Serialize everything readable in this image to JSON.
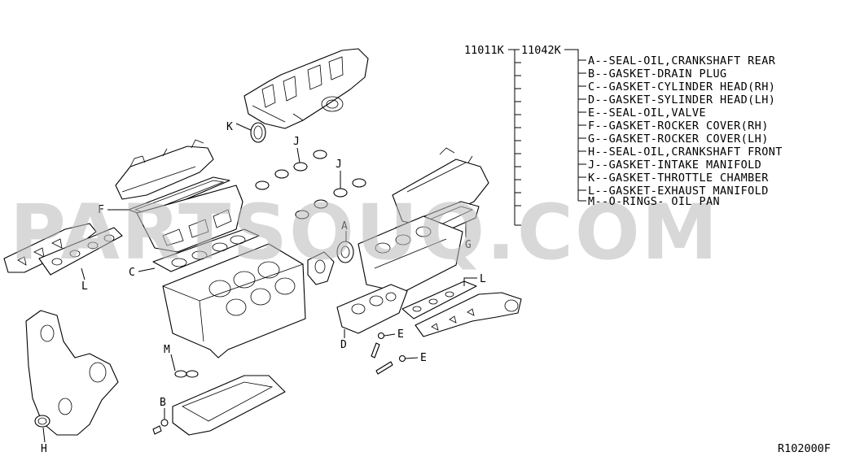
{
  "diagram": {
    "watermark": "PARTSOUQ.COM",
    "figure_code": "R102000F",
    "part_numbers": {
      "kit_main": "11011K",
      "kit_sub": "11042K"
    },
    "legend": [
      {
        "key": "A",
        "text": "A--SEAL-OIL,CRANKSHAFT REAR"
      },
      {
        "key": "B",
        "text": "B--GASKET-DRAIN PLUG"
      },
      {
        "key": "C",
        "text": "C--GASKET-CYLINDER HEAD(RH)"
      },
      {
        "key": "D",
        "text": "D--GASKET-SYLINDER HEAD(LH)"
      },
      {
        "key": "E",
        "text": "E--SEAL-OIL,VALVE"
      },
      {
        "key": "F",
        "text": "F--GASKET-ROCKER COVER(RH)"
      },
      {
        "key": "G",
        "text": "G--GASKET-ROCKER COVER(LH)"
      },
      {
        "key": "H",
        "text": "H--SEAL-OIL,CRANKSHAFT FRONT"
      },
      {
        "key": "J",
        "text": "J--GASKET-INTAKE MANIFOLD"
      },
      {
        "key": "K",
        "text": "K--GASKET-THROTTLE CHAMBER"
      },
      {
        "key": "L",
        "text": "L--GASKET-EXHAUST MANIFOLD"
      },
      {
        "key": "M",
        "text": "M--O-RINGS- OIL PAN"
      }
    ],
    "callouts": {
      "K": "K",
      "J1": "J",
      "J2": "J",
      "F": "F",
      "A": "A",
      "G": "G",
      "C": "C",
      "L1": "L",
      "L2": "L",
      "D": "D",
      "E1": "E",
      "E2": "E",
      "M": "M",
      "B": "B",
      "H": "H"
    }
  }
}
